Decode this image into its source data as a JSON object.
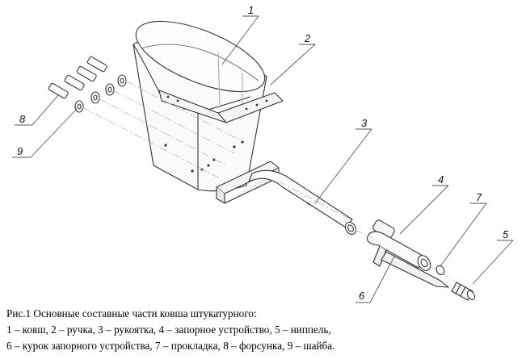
{
  "callouts": [
    "1",
    "2",
    "3",
    "4",
    "5",
    "6",
    "7",
    "8",
    "9"
  ],
  "caption": {
    "line1": "Рис.1 Основные составные части ковша штукатурного:",
    "line2": "1 – ковш, 2 – ручка, 3 – рукоятка, 4 – запорное устройство, 5 – ниппель,",
    "line3": "6 – курок запорного устройства, 7 – прокладка, 8 – форсунка, 9 – шайба."
  }
}
